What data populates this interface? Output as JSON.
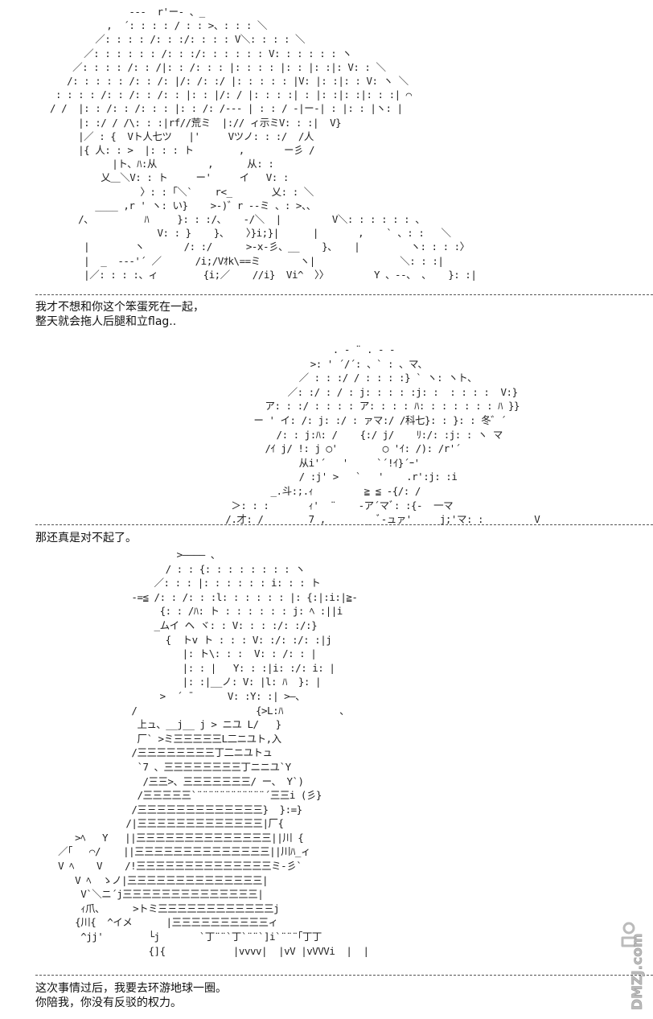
{
  "art": {
    "panel1": [
      "               ---  r'ー- 、_",
      "           ,  ´: : : : / : : >、: : : ＼",
      "         ／: : : : /: : :/: : : : V＼: : : : ＼",
      "       ／: : : : : : /: : :/: : : : : : V: : : : : : ヽ",
      "     ／: : : : /: : /|: : /: : : |: : : : |: : |: :|: V: : ＼",
      "    /: : : : : /: : /: |/: /: :/ |: : : : : |V: |: :|: : V: ヽ ＼",
      "  : : : : /: : /: : /: : |: : |/: / |: : : :| : |: :|: :|: : :| ⌒",
      " / /  |: : /: : /: : : |: : /: /--- | : : / -|ー-| : |: : |ヽ: |",
      "      |: :/ / /\\: : :|rf//荒ミ  |:// ィ示ミV: : :|  V}",
      "      |／ : {  Vト人七ツ   |'     Vツノ: : :/  /人",
      "      |{ 人: : >  |: : : ト        ,       ー彡 /",
      "            |ト、ﾊ:从         ,      从: :",
      "          乂＿＼V: : ト     ー'     イ   V: :",
      "                 〉: : ｢＼`    r<_       乂: : ＼",
      "         ____ ,r ' ヽ: い}    >-)゛r ‐-ミ 、: >、、",
      "      /、         ﾊ     }: : :/、   ‐/＼  |         V＼: : : : : : 、",
      "                    V: : }    }、   〉}i;}|      |       ,    ` 、: :   ＼",
      "       |        ヽ       /: :/      >‐x‐彡、__    }、   |         ヽ: : : :〉",
      "       |  _  --‐'´ ／      /i;/Vｵk\\==ミ       ヽ|               ＼: : :|",
      "       |／: : : :、ィ        {i;／    //i}  Vi^  〉〉        Y 、‐-、 、   }: :|"
    ],
    "panel2": [
      "                               . ‐ ¨ . ‐ ‐",
      "                           >: ' ´/´: 、` : 、マ、",
      "                         ／ : : :/ / : : : :} ` ヽ: ヽト、",
      "                       ／: :/ : / : j: : : : :j: :  : : : :  V:}",
      "                   ア: : :/ : : : : ア: : : : ﾊ: : : : : : : ﾊ }}",
      "                 ー ' イ: /: j: :/ : ァマ:/ /科七}: : }: : 冬゛´",
      "                     /: : j:ﾊ: /    {:/ j/    ﾘ:/: :j: : ヽ マ",
      "                   /ｲ j/ !: j ◯'        ◯ 'ｲ: /): /r'´",
      "                         从i'´   '     `´!ｲ}´ｰ'",
      "                         / :j' >   `   '    .r':j: :i",
      "                    _.斗:;.ｨ         ≧ ≦ ‐{/: /",
      "             ＞: : :       ｨ'  ¨    ‐ア´マﾞ: :{-  一マ",
      "            /.才: /        7 ,       _ ﾞ‐ュァ'     j;'マ: :         V"
    ],
    "panel3": [
      "                         >―――― 、",
      "                       / : : {: : : : : : : : ヽ",
      "                     ／: : : |: : : : : : i: : : ト",
      "                 ‐=≦ /: : /: : :l: : : : : : |: {:|:i:|≧‐",
      "                      {: : /ﾊ: ト : : : : : : j: ﾍ :||i",
      "                     _ムイ ヘ ヾ: : V: : : :/: :/:}",
      "                       {  トv ト : : : V: :/: :/: :|j",
      "                          |: ト\\: : :  V: : /: : |",
      "                          |: : |   Y: : :|i: :/: i: |",
      "                          |: :|__ノ: V: |l: ﾊ  }: |",
      "                      >  ´ ¯      V: :Y: :| >―、",
      "                 /                     {>L:ﾊ          、",
      "                  上ュ、__j__ j > ニユ L/   }",
      "                  厂` >ミ三三三三三L二ニユト,入",
      "                 /三三三三三三三三丁二ニユトュ",
      "                  `7 、三三三三三三三三丁ニニユ`Y",
      "                   /三三>、三三三三三三三/ ー、 Y`)",
      "                  /三三三三三`¨¨¨¨¨¨¨¨¨¨¨¨´三三i (彡}",
      "                 /三三三三三三三三三三三三三}  }:=}",
      "                /|三三三三三三三三三三三三三|厂{",
      "       >ﾍ   Y   ||三三三三三三三三三三三三三三||川 {",
      "    ／｢   ⌒/    ||三三三三三三三三三三三三三三||川ﾊ_ィ",
      "    V ﾍ    V    /!三三三三三三三三三三三三三三ミ‐彡`",
      "       V ﾍ  ゝノ|三三三三三三三三三三三三三三|",
      "        V`＼ニ´j三三三三三三三三三三三三三三|",
      "        ｨ爪、     >トミ三三三三三三三三三三三三j",
      "       {川{  ^イメ      |三三三三三三三三三三ィ",
      "        ^jj'        └j       `丁¨¨`丁`¨¨`]i`¨¨¨｢丁丁",
      "                    {]{            |vvvv|  |vV |vVVVi  |  |"
    ]
  },
  "captions": {
    "panel1_line1": "我才不想和你这个笨蛋死在一起，",
    "panel1_line2": "整天就会拖人后腿和立flag..",
    "panel2_line1": "那还真是对不起了。",
    "panel3_line1": "这次事情过后，我要去环游地球一圈。",
    "panel3_line2": "你陪我，你没有反驳的权力。"
  },
  "watermark": {
    "text": "DMZJ.com",
    "color": "#bbbbbb"
  }
}
